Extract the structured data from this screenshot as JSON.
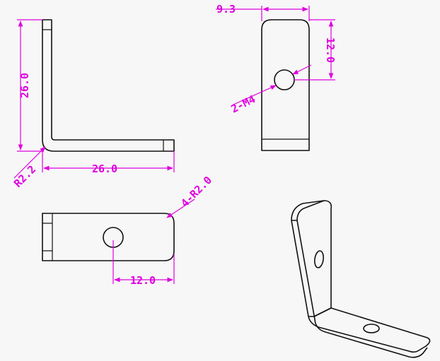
{
  "colors": {
    "outline": "#111111",
    "dimension": "#e000e0",
    "background": "#f7f7f7"
  },
  "front_view": {
    "height_label": "26.0",
    "width_label": "26.0",
    "radius_label": "R2.2"
  },
  "side_view": {
    "width_label": "9.3",
    "hole_offset_label": "12.0",
    "hole_label": "2-M4"
  },
  "top_view": {
    "hole_offset_label": "12.0",
    "corner_label": "4-R2.0"
  }
}
